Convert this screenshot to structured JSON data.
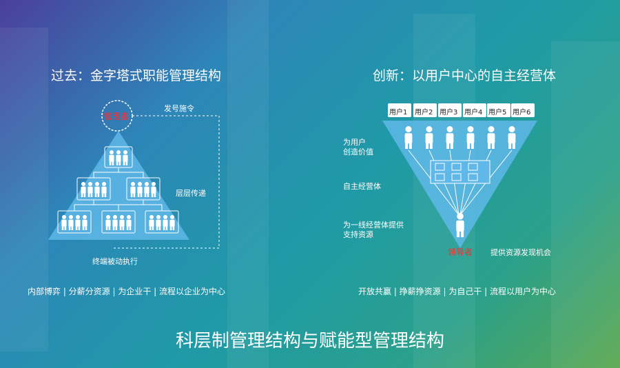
{
  "left": {
    "title": "过去：金字塔式职能管理结构",
    "manager_label": "管理者",
    "command_label": "发号施令",
    "relay_label": "层层传递",
    "execution_label": "终端被动执行",
    "summary": "内部博弈 | 分薪分资源 | 为企业干 | 流程以企业为中心"
  },
  "right": {
    "title": "创新：以用户中心的自主经营体",
    "users": [
      "用户1",
      "用户2",
      "用户3",
      "用户4",
      "用户5",
      "用户6"
    ],
    "value_label": "为用户\n创造价值",
    "unit_label": "自主经营体",
    "support_label": "为一线经营体提供\n支持资源",
    "leader_label": "领导者",
    "opportunity_label": "提供资源发现机会",
    "summary": "开放共赢 | 挣薪挣资源 | 为自己干 | 流程以用户为中心"
  },
  "footer_title": "科层制管理结构与赋能型管理结构",
  "colors": {
    "accent_red": "#ff2b2b",
    "shape_fill": "#5fb8e8",
    "line": "#ffffff"
  }
}
